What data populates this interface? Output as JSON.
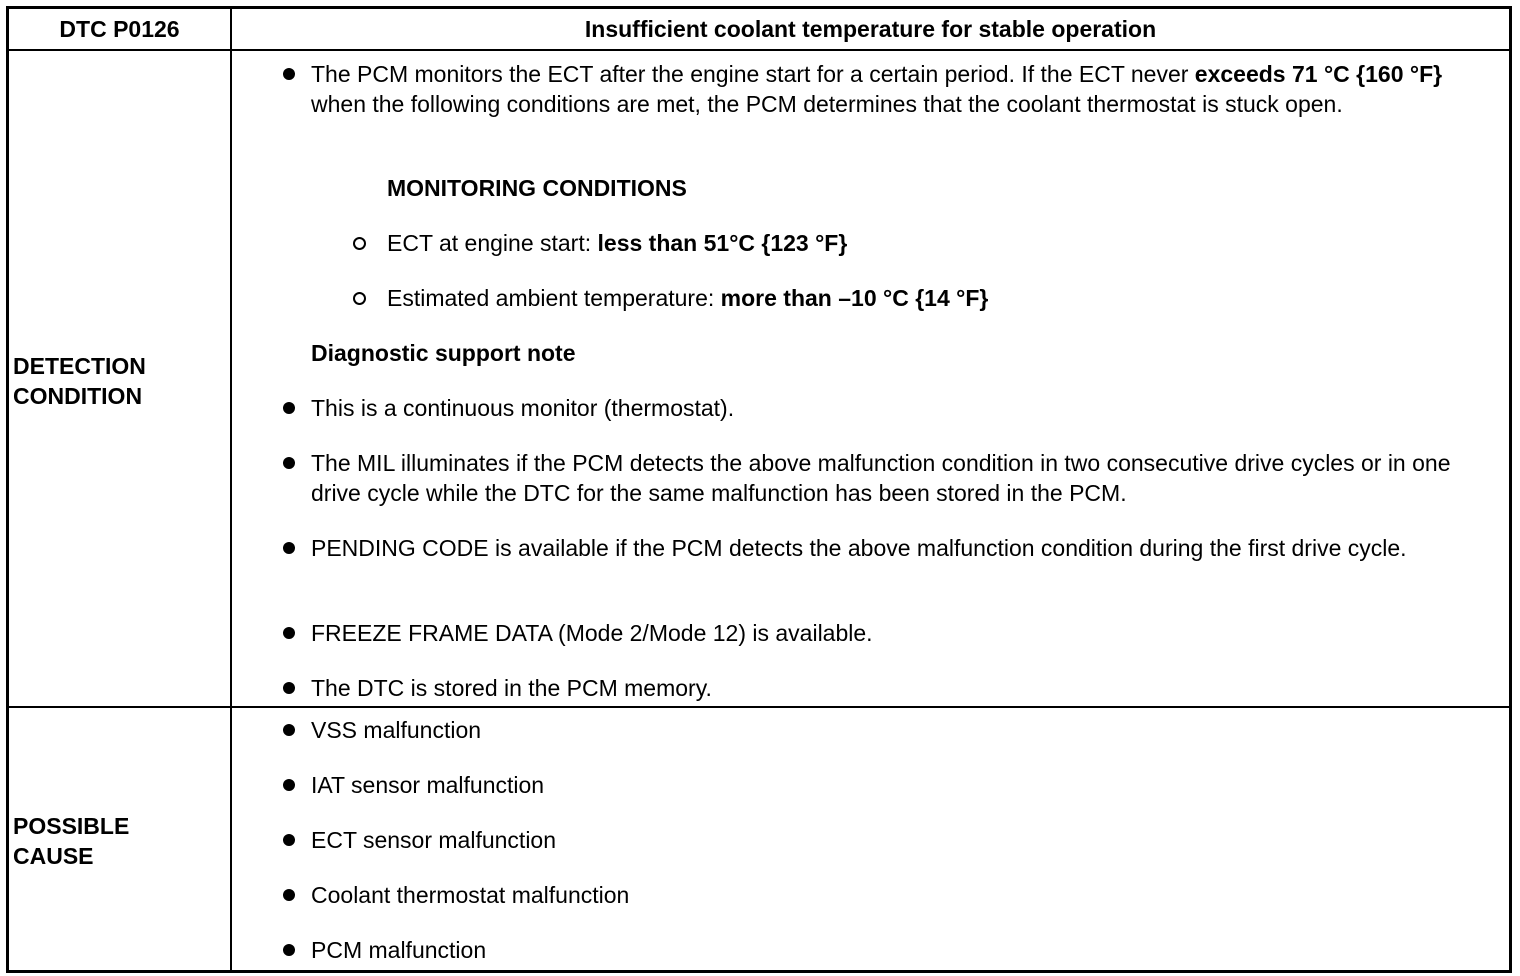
{
  "header": {
    "code": "DTC P0126",
    "title": "Insufficient coolant temperature for stable operation"
  },
  "detection": {
    "label_line1": "DETECTION",
    "label_line2": "CONDITION",
    "intro": {
      "text_before": "The PCM monitors the ECT after the engine start for a certain period. If the ECT never ",
      "bold1": "exceeds 71 °C {160 °F}",
      "text_after": " when the following conditions are met, the PCM determines that the coolant thermostat is stuck open."
    },
    "monitoring_heading": "MONITORING CONDITIONS",
    "conditions": [
      {
        "text": "ECT at engine start: ",
        "bold": "less than 51°C {123 °F}"
      },
      {
        "text": "Estimated ambient temperature: ",
        "bold": "more than –10 °C {14 °F}"
      }
    ],
    "support_heading": "Diagnostic support note",
    "notes": [
      "This is a continuous monitor (thermostat).",
      "The MIL illuminates if the PCM detects the above malfunction condition in two consecutive drive cycles or in one drive cycle while the DTC for the same malfunction has been stored in the PCM.",
      "PENDING CODE is available if the PCM detects the above malfunction condition during the first drive cycle.",
      "FREEZE FRAME DATA (Mode 2/Mode 12) is available.",
      "The DTC is stored in the PCM memory."
    ]
  },
  "cause": {
    "label_line1": "POSSIBLE",
    "label_line2": "CAUSE",
    "items": [
      "VSS malfunction",
      "IAT sensor malfunction",
      "ECT sensor malfunction",
      "Coolant thermostat malfunction",
      "PCM malfunction"
    ]
  }
}
